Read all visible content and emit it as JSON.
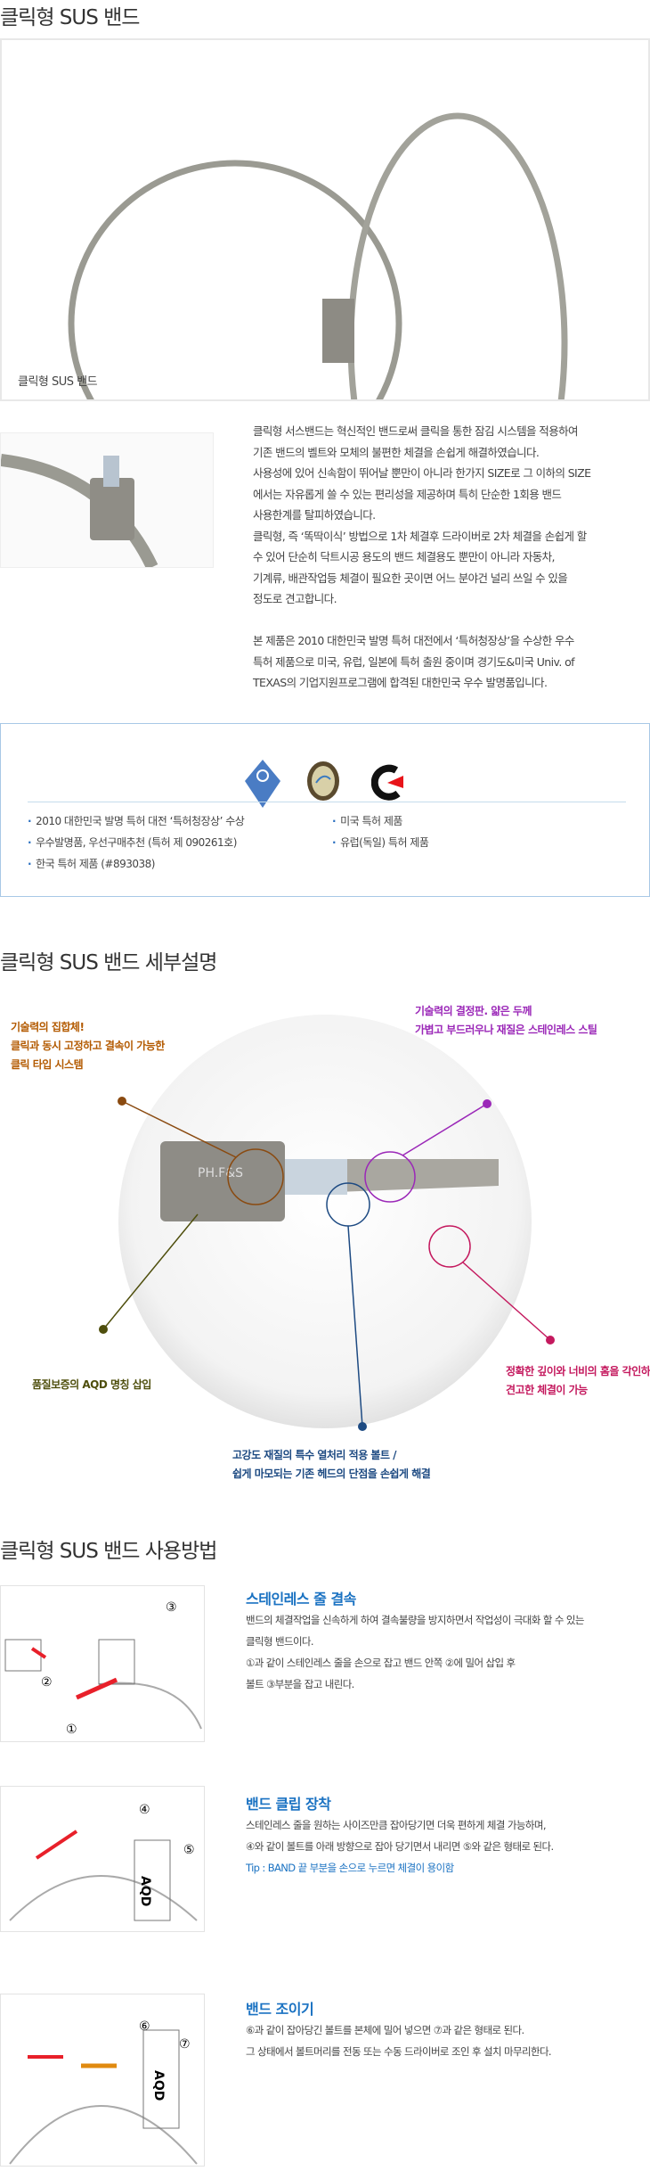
{
  "section1": {
    "title": "클릭형 SUS 밴드",
    "photo_caption": "클릭형 SUS 밴드",
    "description": [
      "클릭형 서스밴드는 혁신적인 밴드로써 클릭을 통한 잠김 시스템을 적용하여",
      "기존 밴드의 벨트와 모체의 불편한 체결을 손쉽게 해결하였습니다.",
      "사용성에 있어 신속함이 뛰어날 뿐만이 아니라 한가지 SIZE로 그 이하의 SIZE",
      "에서는 자유롭게 쓸 수 있는 편리성을 제공하며 특히 단순한 1회용 밴드",
      "사용한계를 탈피하였습니다.",
      "클릭형, 즉 ‘똑딱이식’ 방법으로 1차 체결후 드라이버로 2차 체결을 손쉽게 할",
      "수 있어 단순히 닥트시공 용도의 밴드 체결용도 뿐만이 아니라 자동차,",
      "기계류, 배관작업등 체결이 필요한 곳이면 어느 분야건 널리 쓰일 수 있을",
      "정도로 견고합니다.",
      "",
      "본 제품은 2010 대한민국 발명 특허 대전에서 ‘특허청장상’을 수상한 우수",
      "특허 제품으로 미국, 유럽, 일본에 특허 출원 중이며 경기도&미국 Univ. of",
      "TEXAS의 기업지원프로그램에 합격된 대한민국 우수 발명품입니다."
    ]
  },
  "patents": {
    "icons": [
      "invention-award-icon",
      "certification-seal-icon",
      "patent-mark-icon"
    ],
    "left": [
      "2010 대한민국 발명 특허 대전 ‘특허청장상’ 수상",
      "우수발명품, 우선구매추천 (특허 제 090261호)",
      "한국 특허 제품 (#893038)"
    ],
    "right": [
      "미국 특허 제품",
      "유럽(독일) 특허 제품"
    ]
  },
  "section2": {
    "title": "클릭형 SUS 밴드 세부설명",
    "callouts": {
      "click": {
        "lines": [
          "기술력의 집합체!",
          "클릭과 동시 고정하고 결속이 가능한",
          "클릭 타입 시스템"
        ],
        "color": "#b35a00"
      },
      "steel": {
        "lines": [
          "기술력의 결정판. 얇은 두께",
          "가볍고 부드러우나 재질은 스테인레스 스틸"
        ],
        "color": "#9b28b8"
      },
      "aqd": {
        "lines": [
          "품질보증의 AQD 명칭 삽입"
        ],
        "color": "#4e4e0c"
      },
      "groove": {
        "lines": [
          "정확한 깊이와 너비의 홈을 각인하여",
          "견고한 체결이 가능"
        ],
        "color": "#c4195e"
      },
      "bolt": {
        "lines": [
          "고강도 재질의 특수 열처리 적용 볼트 /",
          "쉽게 마모되는 기존 헤드의 단점을 손쉽게 해결"
        ],
        "color": "#1d4a82"
      }
    },
    "clamp_label": "PH.F&S"
  },
  "section3": {
    "title": "클릭형 SUS 밴드 사용방법",
    "steps": [
      {
        "title": "스테인레스 줄 결속",
        "lines": [
          "밴드의 체결작업을 신속하게 하여 결속불량을 방지하면서 작업성이 극대화 할 수 있는",
          "클릭형 밴드이다.",
          "①과 같이 스테인레스 줄을 손으로 잡고 밴드 안쪽 ②에 밀어 삽입 후",
          "볼트 ③부분을 잡고 내린다."
        ],
        "markers": [
          "①",
          "②",
          "③"
        ]
      },
      {
        "title": "밴드 클립 장착",
        "lines": [
          "스테인레스 줄을 원하는 사이즈만큼 잡아당기면 더욱 편하게 체결 가능하며,",
          "④와 같이 볼트를 아래 방향으로 잡아 당기면서 내리면 ⑤와 같은 형태로 된다."
        ],
        "tip": "Tip : BAND 끝 부분을 손으로 누르면 체결이 용이함",
        "markers": [
          "④",
          "⑤"
        ],
        "label": "AQD"
      },
      {
        "title": "밴드 조이기",
        "lines": [
          "⑥과 같이 잡아당긴 볼트를 본체에 밀어 넣으면 ⑦과 같은 형태로 된다.",
          "그 상태에서 볼트머리를 전동 또는 수동 드라이버로 조인 후 설치 마무리한다."
        ],
        "markers": [
          "⑥",
          "⑦"
        ],
        "label": "AQD"
      }
    ]
  }
}
